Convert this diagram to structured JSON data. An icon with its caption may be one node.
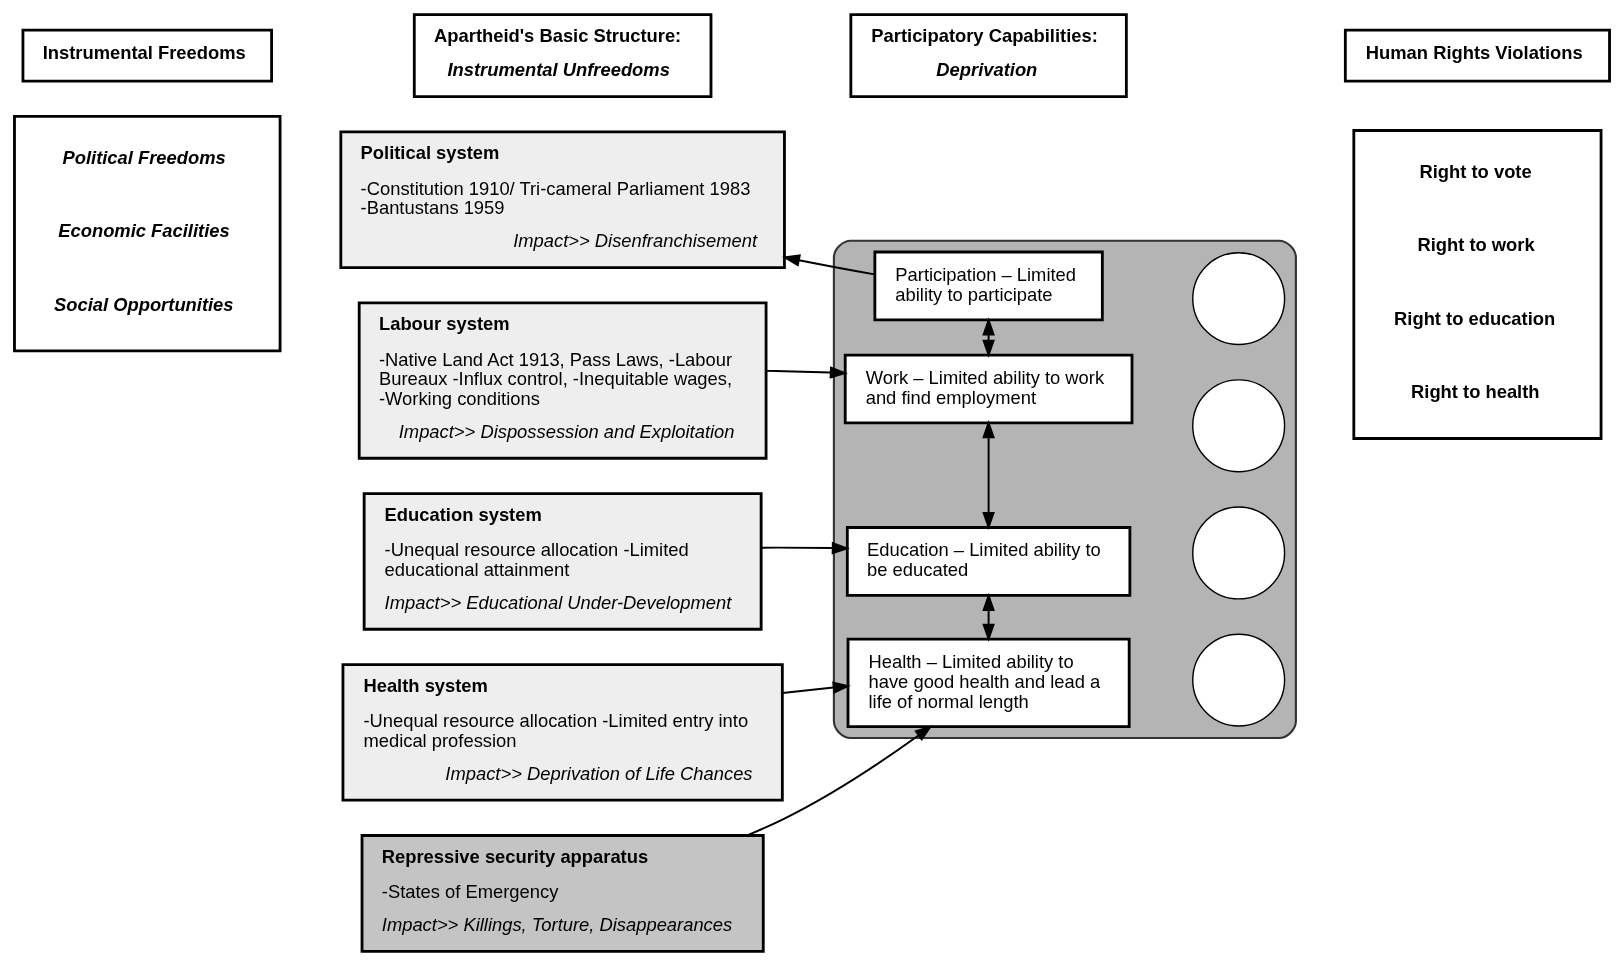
{
  "diagram": {
    "nodes": [
      {
        "text": [
          "Instrumental Freedoms"
        ]
      },
      {
        "text": [
          "Apartheid's Basic Structure:",
          "Instrumental Unfreedoms"
        ]
      },
      {
        "text": [
          "Participatory Capabilities:",
          "Deprivation"
        ]
      },
      {
        "text": [
          "Human Rights Violations"
        ]
      },
      {
        "text": [
          "Political Freedoms",
          "Economic Facilities",
          "Social Opportunities"
        ]
      },
      {
        "text": [
          "Political system",
          "-Constitution 1910/ Tri-cameral Parliament 1983 -Bantustans 1959",
          "Impact>> Disenfranchisement"
        ]
      },
      {
        "text": [
          "Labour system",
          "-Native Land Act 1913, Pass Laws, -Labour Bureaux -Influx control, -Inequitable wages, -Working conditions",
          "Impact>> Dispossession and Exploitation"
        ]
      },
      {
        "text": [
          "Education system",
          "-Unequal resource allocation -Limited educational attainment",
          "Impact>> Educational Under-Development"
        ]
      },
      {
        "text": [
          "Health system",
          "-Unequal resource allocation -Limited entry into medical profession",
          "Impact>> Deprivation of Life Chances"
        ]
      },
      {
        "text": [
          "Repressive security apparatus",
          "-States of Emergency",
          "Impact>> Killings, Torture, Disappearances"
        ]
      },
      {
        "text": [],
        "shape": "ellipse"
      },
      {
        "text": [],
        "shape": "circle",
        "in": 10
      },
      {
        "text": [],
        "shape": "circle",
        "in": 10
      },
      {
        "text": [],
        "shape": "circle",
        "in": 10
      },
      {
        "text": [],
        "shape": "circle",
        "in": 10
      },
      {
        "text": [
          "Participation – Limited ability to participate"
        ],
        "in": 10
      },
      {
        "text": [
          "Work – Limited ability to work and find employment"
        ],
        "in": 10
      },
      {
        "text": [
          "Education – Limited ability to be educated"
        ],
        "in": 10
      },
      {
        "text": [
          "Health – Limited ability to have good health and lead a life of normal length"
        ],
        "in": 10
      },
      {
        "text": [
          "Right to vote",
          "Right to work",
          "Right to education",
          "Right to health"
        ]
      }
    ],
    "edges": [
      {
        "from": 15,
        "to": 5,
        "arrow": "to"
      },
      {
        "from": 6,
        "to": 16,
        "arrow": "to"
      },
      {
        "from": 7,
        "to": 17,
        "arrow": "to"
      },
      {
        "from": 8,
        "to": 18,
        "arrow": "to"
      },
      {
        "from": 9,
        "to": 18,
        "arrow": "to"
      },
      {
        "from": 15,
        "to": 16,
        "arrow": "both"
      },
      {
        "from": 16,
        "to": 17,
        "arrow": "both"
      },
      {
        "from": 17,
        "to": 18,
        "arrow": "both"
      }
    ]
  }
}
